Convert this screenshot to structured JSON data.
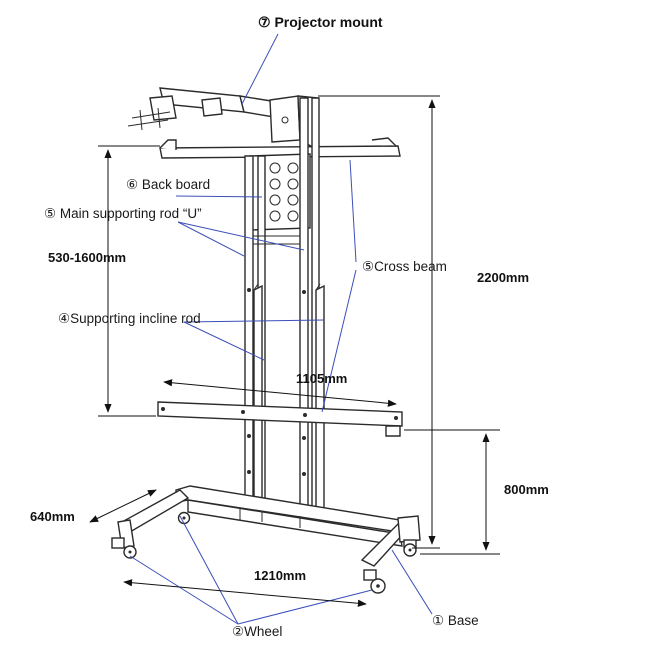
{
  "labels": {
    "projector_mount": "⑦ Projector mount",
    "back_board": "⑥ Back board",
    "main_rod": "⑤ Main supporting rod “U”",
    "cross_beam": "⑤Cross beam",
    "incline_rod": "④Supporting incline rod",
    "wheel": "②Wheel",
    "base": "① Base"
  },
  "dimensions": {
    "height_total": "2200mm",
    "height_adjust": "530-1600mm",
    "beam_width": "1105mm",
    "base_height": "800mm",
    "base_depth": "640mm",
    "base_width": "1210mm"
  },
  "colors": {
    "leader": "#3b4fb8",
    "structure": "#2b2b2b",
    "dimension": "#111111"
  }
}
